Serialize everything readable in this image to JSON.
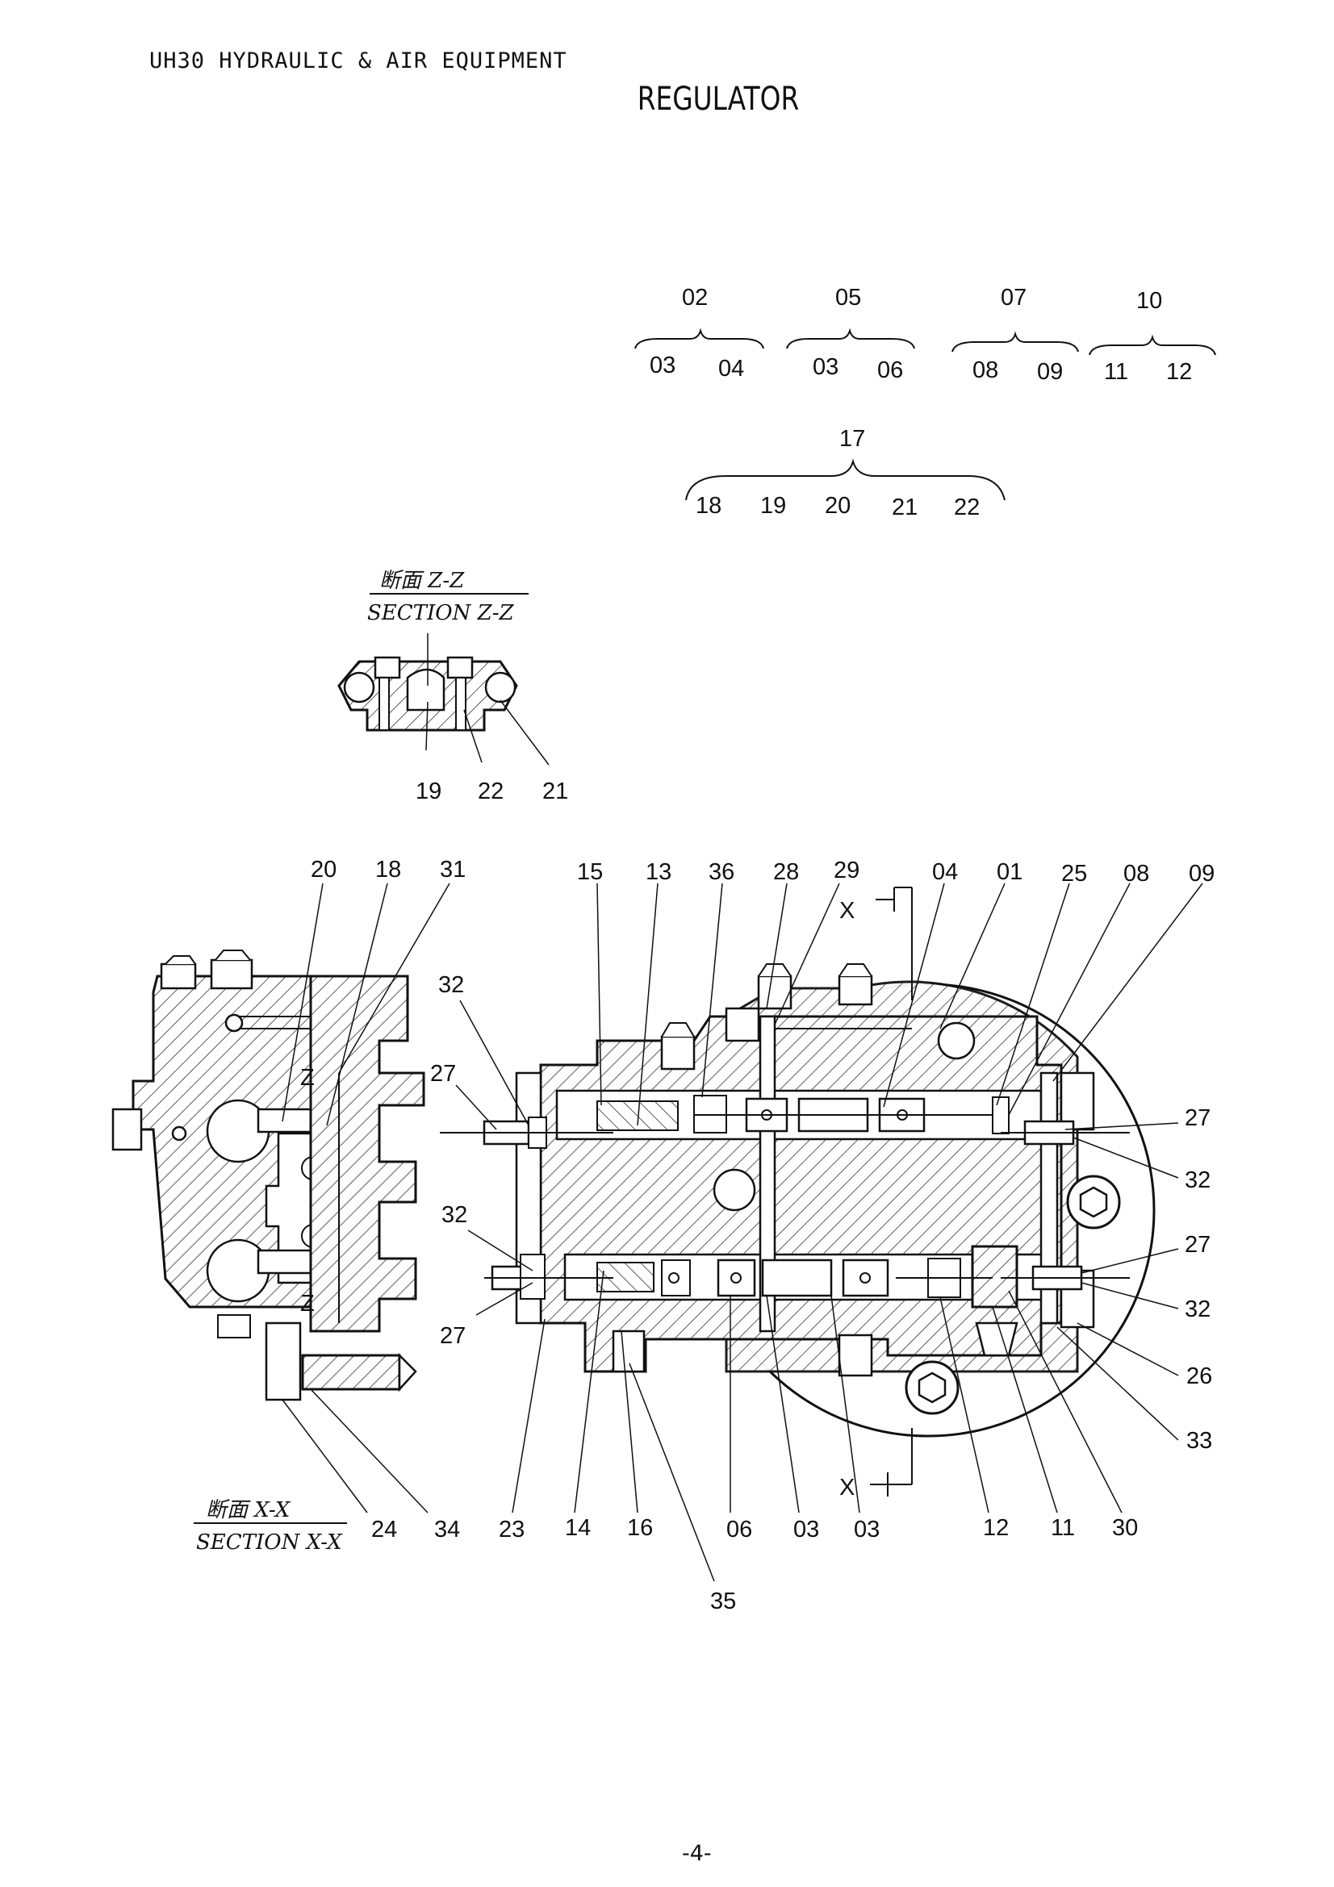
{
  "header": {
    "text": "UH30 HYDRAULIC & AIR EQUIPMENT"
  },
  "title": "REGULATOR",
  "page_number": "-4-",
  "assembly_groups": [
    {
      "parent": "02",
      "children": [
        "03",
        "04"
      ]
    },
    {
      "parent": "05",
      "children": [
        "03",
        "06"
      ]
    },
    {
      "parent": "07",
      "children": [
        "08",
        "09"
      ]
    },
    {
      "parent": "10",
      "children": [
        "11",
        "12"
      ]
    },
    {
      "parent": "17",
      "children": [
        "18",
        "19",
        "20",
        "21",
        "22"
      ]
    }
  ],
  "section_zz": {
    "title_jp": "断面 Z-Z",
    "title_en": "SECTION Z-Z",
    "labels": [
      "19",
      "22",
      "21"
    ]
  },
  "section_xx": {
    "title_jp": "断面 X-X",
    "title_en": "SECTION X-X"
  },
  "cut_marker": "X",
  "small_marker": "Z",
  "part_labels": {
    "top": [
      "20",
      "18",
      "31",
      "15",
      "13",
      "36",
      "28",
      "29",
      "04",
      "01",
      "25",
      "08",
      "09"
    ],
    "left": [
      "32",
      "27",
      "32",
      "27"
    ],
    "right": [
      "27",
      "32",
      "27",
      "32",
      "26",
      "33"
    ],
    "bottom": [
      "24",
      "34",
      "23",
      "14",
      "16",
      "06",
      "03",
      "03",
      "12",
      "11",
      "30"
    ],
    "extra": [
      "35"
    ]
  }
}
